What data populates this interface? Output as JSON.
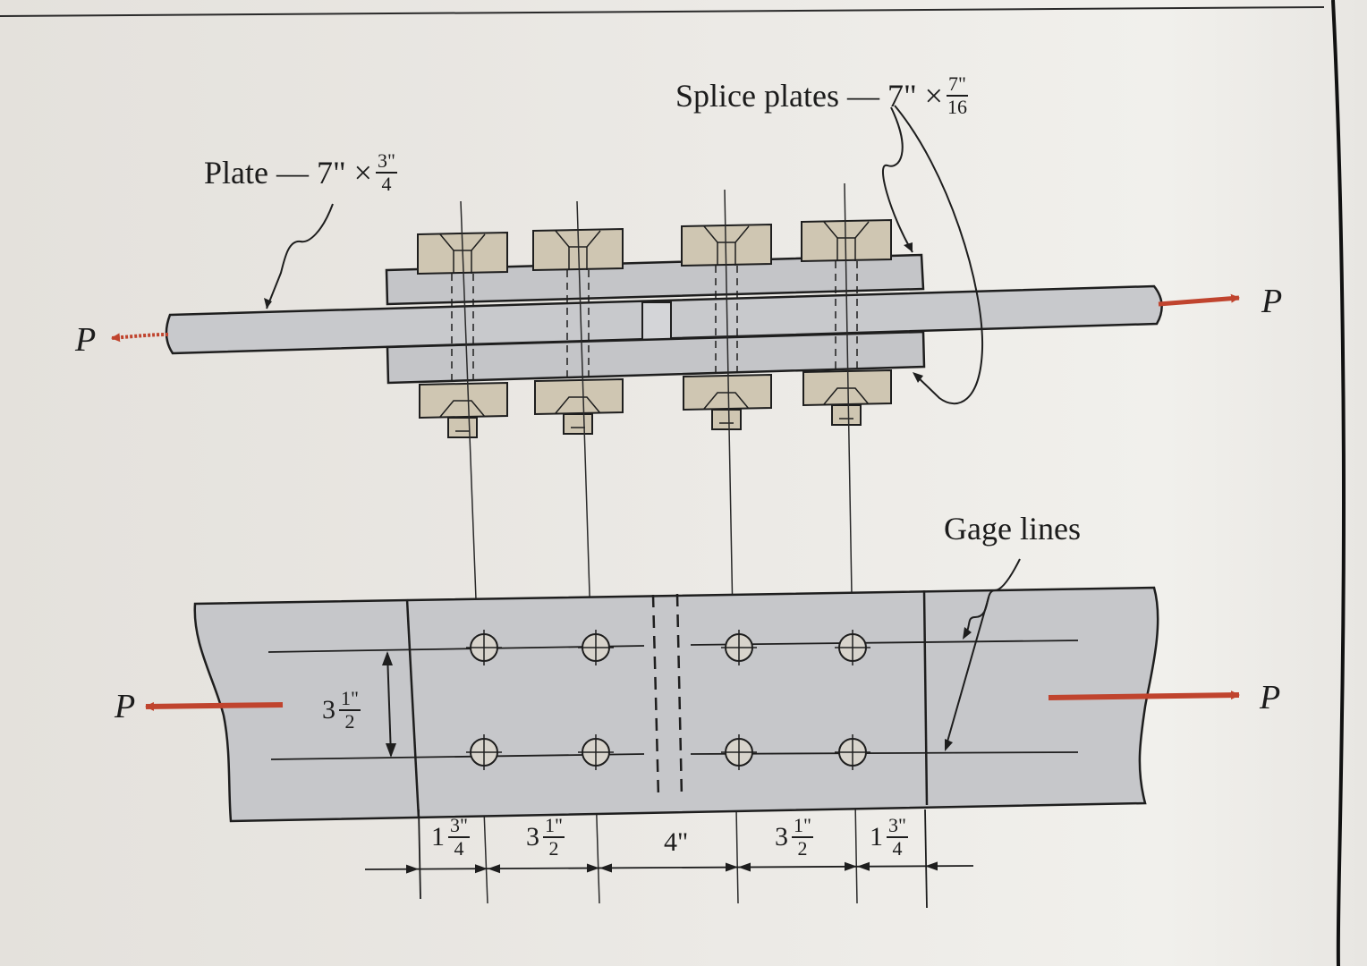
{
  "labels": {
    "plate": "Plate — 7\" ×",
    "plate_frac": {
      "num": "3\"",
      "den": "4"
    },
    "splice": "Splice plates — 7\" ×",
    "splice_frac": {
      "num": "7\"",
      "den": "16"
    },
    "gage_lines": "Gage lines",
    "load": "P"
  },
  "dimensions": [
    {
      "whole": "1",
      "num": "3\"",
      "den": "4"
    },
    {
      "whole": "3",
      "num": "1\"",
      "den": "2"
    },
    {
      "text": "4\""
    },
    {
      "whole": "3",
      "num": "1\"",
      "den": "2"
    },
    {
      "whole": "1",
      "num": "3\"",
      "den": "4"
    }
  ],
  "gage_spacing": {
    "whole": "3",
    "num": "1\"",
    "den": "2"
  },
  "colors": {
    "plate": "#c9c9cb",
    "splice": "#c4c5c8",
    "bolt": "#cfc6b2",
    "arrow": "#c0442e",
    "line": "#1e1e1e"
  }
}
